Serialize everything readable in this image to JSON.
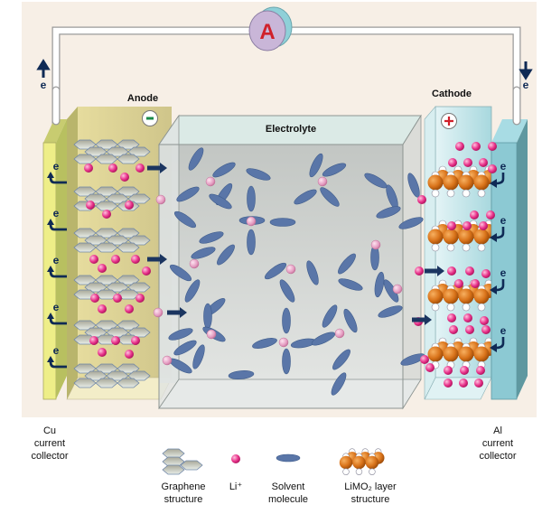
{
  "title": "Lithium-ion battery schematic",
  "ammeter": {
    "label": "A"
  },
  "electron": {
    "symbol": "e"
  },
  "labels": {
    "anode": "Anode",
    "cathode": "Cathode",
    "electrolyte": "Electrolyte",
    "anode_sign": "−",
    "cathode_sign": "+"
  },
  "collectors": {
    "left": [
      "Cu",
      "current",
      "collector"
    ],
    "right": [
      "Al",
      "current",
      "collector"
    ]
  },
  "legend": [
    {
      "key": "graphene",
      "lines": [
        "Graphene",
        "structure"
      ]
    },
    {
      "key": "li-ion",
      "lines": [
        "Li⁺"
      ]
    },
    {
      "key": "solvent",
      "lines": [
        "Solvent",
        "molecule"
      ]
    },
    {
      "key": "limo2",
      "lines": [
        "LiMO₂ layer",
        "structure"
      ]
    }
  ],
  "colors": {
    "background": "#f7efe6",
    "wire": "#ffffff",
    "ammeter_face": "#c9b6d8",
    "ammeter_back": "#8fd0d8",
    "ammeter_text": "#d0202a",
    "cu_collector": "#eeee88",
    "anode": "#d8cf96",
    "electrolyte": "#c8cdcc",
    "cathode": "#c7e6ea",
    "al_collector": "#8cc9d3",
    "li_ion": "#e8328a",
    "li_solvated": "#e49ac0",
    "solvent": "#5a76a8",
    "metal": "#d9731a",
    "oxygen": "#ffffff",
    "graphene": "#b9b9a8",
    "arrow": "#1b3560",
    "minus": "#1a8a4a",
    "plus": "#d0202a"
  }
}
